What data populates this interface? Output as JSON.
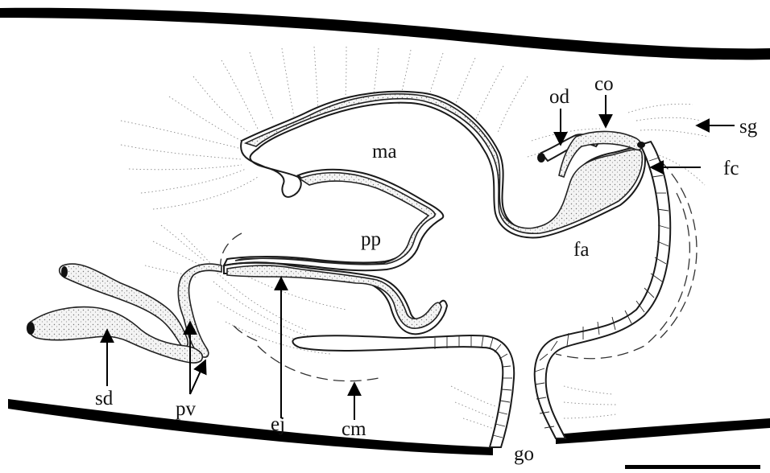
{
  "labels": {
    "od": "od",
    "co": "co",
    "sg": "sg",
    "ma": "ma",
    "fc": "fc",
    "fa": "fa",
    "pp": "pp",
    "sd": "sd",
    "pv": "pv",
    "ej": "ej",
    "cm": "cm",
    "go": "go"
  },
  "colors": {
    "ink": "#111111",
    "wall": "#000000",
    "stipple": "#888888"
  },
  "scale_bar": true
}
